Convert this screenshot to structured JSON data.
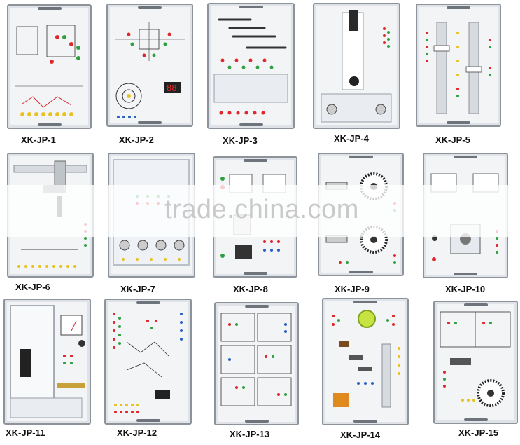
{
  "watermark": "trade.china.com",
  "panels": [
    {
      "id": "p1",
      "caption": "XK-JP-1"
    },
    {
      "id": "p2",
      "caption": "XK-JP-2"
    },
    {
      "id": "p3",
      "caption": "XK-JP-3"
    },
    {
      "id": "p4",
      "caption": "XK-JP-4"
    },
    {
      "id": "p5",
      "caption": "XK-JP-5"
    },
    {
      "id": "p6",
      "caption": "XK-JP-6"
    },
    {
      "id": "p7",
      "caption": "XK-JP-7"
    },
    {
      "id": "p8",
      "caption": "XK-JP-8"
    },
    {
      "id": "p9",
      "caption": "XK-JP-9"
    },
    {
      "id": "p10",
      "caption": "XK-JP-10"
    },
    {
      "id": "p11",
      "caption": "XK-JP-11"
    },
    {
      "id": "p12",
      "caption": "XK-JP-12"
    },
    {
      "id": "p13",
      "caption": "XK-JP-13"
    },
    {
      "id": "p14",
      "caption": "XK-JP-14"
    },
    {
      "id": "p15",
      "caption": "XK-JP-15"
    }
  ],
  "colors": {
    "red": "#e0262a",
    "green": "#2fa040",
    "yellow": "#e8c21e",
    "blue": "#2a5fc4",
    "panel": "#f2f4f6"
  }
}
